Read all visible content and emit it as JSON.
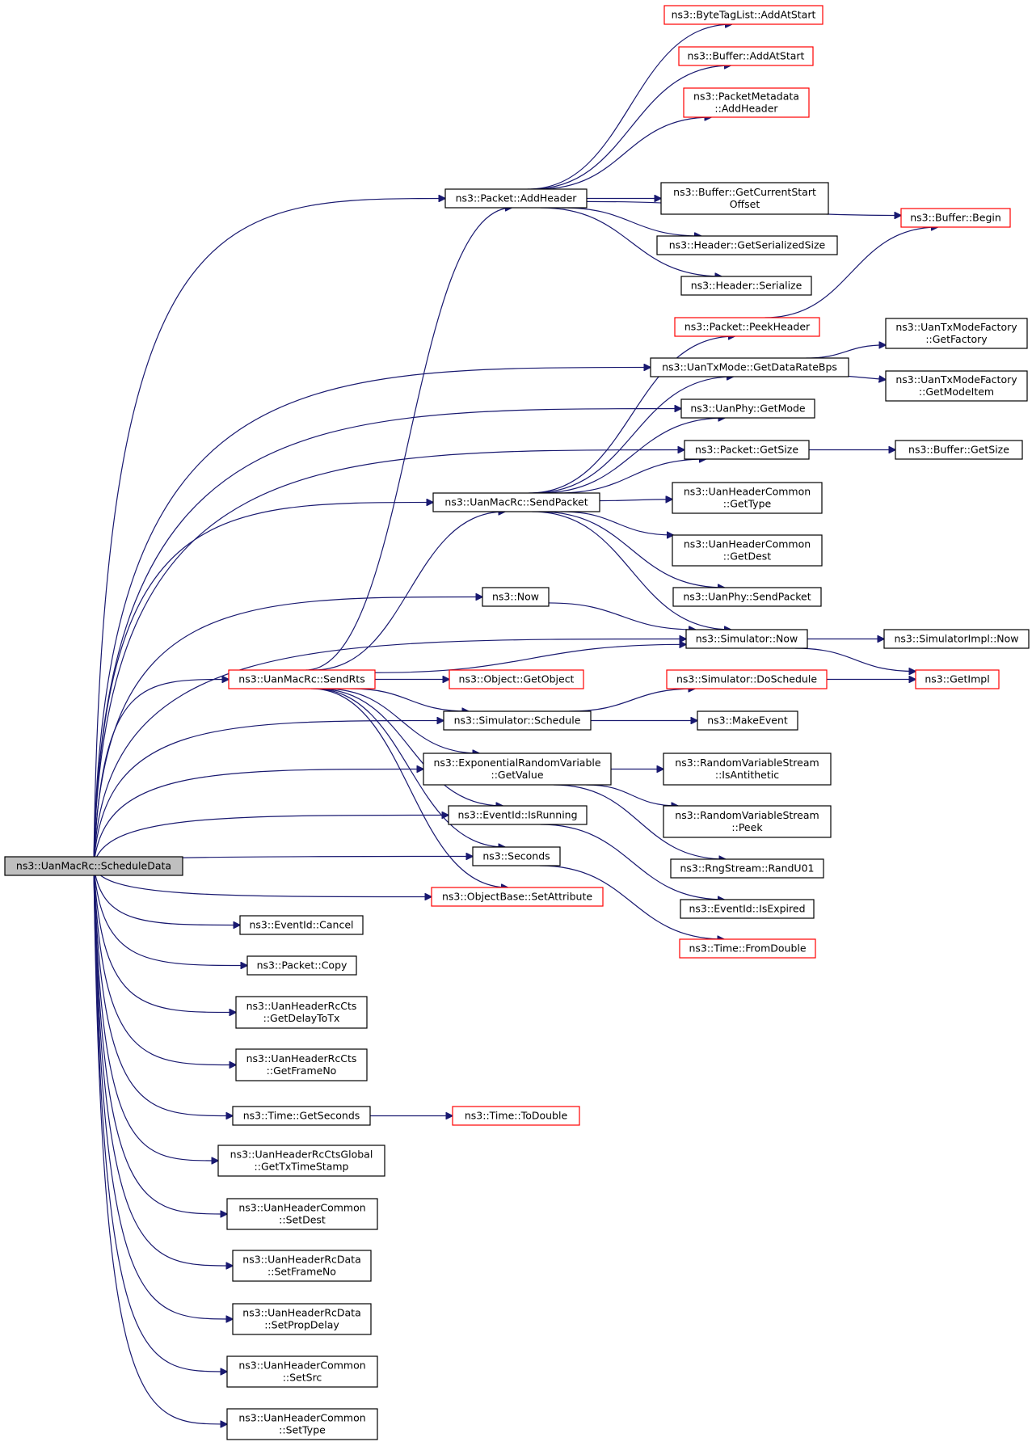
{
  "colors": {
    "edge": "#191970",
    "node_border": "#000000",
    "truncated_border": "#ff0000",
    "root_fill": "#bfbfbf",
    "node_fill": "#ffffff"
  },
  "nodes": [
    {
      "id": "root",
      "lines": [
        "ns3::UanMacRc::ScheduleData"
      ],
      "style": "root"
    },
    {
      "id": "addheader",
      "lines": [
        "ns3::Packet::AddHeader"
      ],
      "style": "normal"
    },
    {
      "id": "btl_addatstart",
      "lines": [
        "ns3::ByteTagList::AddAtStart"
      ],
      "style": "truncated"
    },
    {
      "id": "buf_addatstart",
      "lines": [
        "ns3::Buffer::AddAtStart"
      ],
      "style": "truncated"
    },
    {
      "id": "pm_addheader",
      "lines": [
        "ns3::PacketMetadata",
        "::AddHeader"
      ],
      "style": "truncated"
    },
    {
      "id": "buf_getcurrentstart",
      "lines": [
        "ns3::Buffer::GetCurrentStart",
        "Offset"
      ],
      "style": "normal"
    },
    {
      "id": "buf_begin",
      "lines": [
        "ns3::Buffer::Begin"
      ],
      "style": "truncated"
    },
    {
      "id": "hdr_getserializedsize",
      "lines": [
        "ns3::Header::GetSerializedSize"
      ],
      "style": "normal"
    },
    {
      "id": "hdr_serialize",
      "lines": [
        "ns3::Header::Serialize"
      ],
      "style": "normal"
    },
    {
      "id": "peekheader",
      "lines": [
        "ns3::Packet::PeekHeader"
      ],
      "style": "truncated"
    },
    {
      "id": "txf_getfactory",
      "lines": [
        "ns3::UanTxModeFactory",
        "::GetFactory"
      ],
      "style": "normal"
    },
    {
      "id": "getdataratebps",
      "lines": [
        "ns3::UanTxMode::GetDataRateBps"
      ],
      "style": "normal"
    },
    {
      "id": "txf_getmodeitem",
      "lines": [
        "ns3::UanTxModeFactory",
        "::GetModeItem"
      ],
      "style": "normal"
    },
    {
      "id": "phy_getmode",
      "lines": [
        "ns3::UanPhy::GetMode"
      ],
      "style": "normal"
    },
    {
      "id": "pkt_getsize",
      "lines": [
        "ns3::Packet::GetSize"
      ],
      "style": "normal"
    },
    {
      "id": "buf_getsize",
      "lines": [
        "ns3::Buffer::GetSize"
      ],
      "style": "normal"
    },
    {
      "id": "sendpacket",
      "lines": [
        "ns3::UanMacRc::SendPacket"
      ],
      "style": "normal"
    },
    {
      "id": "hc_gettype",
      "lines": [
        "ns3::UanHeaderCommon",
        "::GetType"
      ],
      "style": "normal"
    },
    {
      "id": "hc_getdest",
      "lines": [
        "ns3::UanHeaderCommon",
        "::GetDest"
      ],
      "style": "normal"
    },
    {
      "id": "phy_sendpacket",
      "lines": [
        "ns3::UanPhy::SendPacket"
      ],
      "style": "normal"
    },
    {
      "id": "now",
      "lines": [
        "ns3::Now"
      ],
      "style": "normal"
    },
    {
      "id": "sim_now",
      "lines": [
        "ns3::Simulator::Now"
      ],
      "style": "normal"
    },
    {
      "id": "simimpl_now",
      "lines": [
        "ns3::SimulatorImpl::Now"
      ],
      "style": "normal"
    },
    {
      "id": "sendrts",
      "lines": [
        "ns3::UanMacRc::SendRts"
      ],
      "style": "truncated"
    },
    {
      "id": "getobject",
      "lines": [
        "ns3::Object::GetObject"
      ],
      "style": "truncated"
    },
    {
      "id": "doschedule",
      "lines": [
        "ns3::Simulator::DoSchedule"
      ],
      "style": "truncated"
    },
    {
      "id": "getimpl",
      "lines": [
        "ns3::GetImpl"
      ],
      "style": "truncated"
    },
    {
      "id": "schedule",
      "lines": [
        "ns3::Simulator::Schedule"
      ],
      "style": "normal"
    },
    {
      "id": "makeevent",
      "lines": [
        "ns3::MakeEvent"
      ],
      "style": "normal"
    },
    {
      "id": "erv_getvalue",
      "lines": [
        "ns3::ExponentialRandomVariable",
        "::GetValue"
      ],
      "style": "normal"
    },
    {
      "id": "rvs_isantithetic",
      "lines": [
        "ns3::RandomVariableStream",
        "::IsAntithetic"
      ],
      "style": "normal"
    },
    {
      "id": "rvs_peek",
      "lines": [
        "ns3::RandomVariableStream",
        "::Peek"
      ],
      "style": "normal"
    },
    {
      "id": "randu01",
      "lines": [
        "ns3::RngStream::RandU01"
      ],
      "style": "normal"
    },
    {
      "id": "isrunning",
      "lines": [
        "ns3::EventId::IsRunning"
      ],
      "style": "normal"
    },
    {
      "id": "seconds",
      "lines": [
        "ns3::Seconds"
      ],
      "style": "normal"
    },
    {
      "id": "isexpired",
      "lines": [
        "ns3::EventId::IsExpired"
      ],
      "style": "normal"
    },
    {
      "id": "setattribute",
      "lines": [
        "ns3::ObjectBase::SetAttribute"
      ],
      "style": "truncated"
    },
    {
      "id": "fromdouble",
      "lines": [
        "ns3::Time::FromDouble"
      ],
      "style": "truncated"
    },
    {
      "id": "cancel",
      "lines": [
        "ns3::EventId::Cancel"
      ],
      "style": "normal"
    },
    {
      "id": "pkt_copy",
      "lines": [
        "ns3::Packet::Copy"
      ],
      "style": "normal"
    },
    {
      "id": "cts_getdelaytotx",
      "lines": [
        "ns3::UanHeaderRcCts",
        "::GetDelayToTx"
      ],
      "style": "normal"
    },
    {
      "id": "cts_getframeno",
      "lines": [
        "ns3::UanHeaderRcCts",
        "::GetFrameNo"
      ],
      "style": "normal"
    },
    {
      "id": "time_getseconds",
      "lines": [
        "ns3::Time::GetSeconds"
      ],
      "style": "normal"
    },
    {
      "id": "todouble",
      "lines": [
        "ns3::Time::ToDouble"
      ],
      "style": "truncated"
    },
    {
      "id": "ctsg_gettxtimestamp",
      "lines": [
        "ns3::UanHeaderRcCtsGlobal",
        "::GetTxTimeStamp"
      ],
      "style": "normal"
    },
    {
      "id": "hc_setdest",
      "lines": [
        "ns3::UanHeaderCommon",
        "::SetDest"
      ],
      "style": "normal"
    },
    {
      "id": "data_setframeno",
      "lines": [
        "ns3::UanHeaderRcData",
        "::SetFrameNo"
      ],
      "style": "normal"
    },
    {
      "id": "data_setpropdelay",
      "lines": [
        "ns3::UanHeaderRcData",
        "::SetPropDelay"
      ],
      "style": "normal"
    },
    {
      "id": "hc_setsrc",
      "lines": [
        "ns3::UanHeaderCommon",
        "::SetSrc"
      ],
      "style": "normal"
    },
    {
      "id": "hc_settype",
      "lines": [
        "ns3::UanHeaderCommon",
        "::SetType"
      ],
      "style": "normal"
    }
  ],
  "edges": [
    [
      "root",
      "addheader"
    ],
    [
      "root",
      "getdataratebps"
    ],
    [
      "root",
      "phy_getmode"
    ],
    [
      "root",
      "pkt_getsize"
    ],
    [
      "root",
      "sendpacket"
    ],
    [
      "root",
      "sim_now"
    ],
    [
      "root",
      "now"
    ],
    [
      "root",
      "sendrts"
    ],
    [
      "root",
      "schedule"
    ],
    [
      "root",
      "erv_getvalue"
    ],
    [
      "root",
      "isrunning"
    ],
    [
      "root",
      "seconds"
    ],
    [
      "root",
      "setattribute"
    ],
    [
      "root",
      "cancel"
    ],
    [
      "root",
      "pkt_copy"
    ],
    [
      "root",
      "cts_getdelaytotx"
    ],
    [
      "root",
      "cts_getframeno"
    ],
    [
      "root",
      "time_getseconds"
    ],
    [
      "root",
      "ctsg_gettxtimestamp"
    ],
    [
      "root",
      "hc_setdest"
    ],
    [
      "root",
      "data_setframeno"
    ],
    [
      "root",
      "data_setpropdelay"
    ],
    [
      "root",
      "hc_setsrc"
    ],
    [
      "root",
      "hc_settype"
    ],
    [
      "addheader",
      "btl_addatstart"
    ],
    [
      "addheader",
      "buf_addatstart"
    ],
    [
      "addheader",
      "pm_addheader"
    ],
    [
      "addheader",
      "buf_begin"
    ],
    [
      "addheader",
      "buf_getcurrentstart"
    ],
    [
      "addheader",
      "hdr_getserializedsize"
    ],
    [
      "addheader",
      "hdr_serialize"
    ],
    [
      "peekheader",
      "buf_begin"
    ],
    [
      "getdataratebps",
      "txf_getfactory"
    ],
    [
      "getdataratebps",
      "txf_getmodeitem"
    ],
    [
      "pkt_getsize",
      "buf_getsize"
    ],
    [
      "sendpacket",
      "peekheader"
    ],
    [
      "sendpacket",
      "getdataratebps"
    ],
    [
      "sendpacket",
      "phy_getmode"
    ],
    [
      "sendpacket",
      "pkt_getsize"
    ],
    [
      "sendpacket",
      "hc_gettype"
    ],
    [
      "sendpacket",
      "hc_getdest"
    ],
    [
      "sendpacket",
      "phy_sendpacket"
    ],
    [
      "sendpacket",
      "sim_now"
    ],
    [
      "now",
      "sim_now"
    ],
    [
      "sim_now",
      "simimpl_now"
    ],
    [
      "sim_now",
      "getimpl"
    ],
    [
      "sendrts",
      "addheader"
    ],
    [
      "sendrts",
      "sendpacket"
    ],
    [
      "sendrts",
      "sim_now"
    ],
    [
      "sendrts",
      "getobject"
    ],
    [
      "sendrts",
      "schedule"
    ],
    [
      "sendrts",
      "erv_getvalue"
    ],
    [
      "sendrts",
      "isrunning"
    ],
    [
      "sendrts",
      "seconds"
    ],
    [
      "sendrts",
      "setattribute"
    ],
    [
      "schedule",
      "doschedule"
    ],
    [
      "schedule",
      "makeevent"
    ],
    [
      "doschedule",
      "getimpl"
    ],
    [
      "erv_getvalue",
      "rvs_isantithetic"
    ],
    [
      "erv_getvalue",
      "rvs_peek"
    ],
    [
      "erv_getvalue",
      "randu01"
    ],
    [
      "isrunning",
      "isexpired"
    ],
    [
      "seconds",
      "fromdouble"
    ],
    [
      "time_getseconds",
      "todouble"
    ]
  ]
}
